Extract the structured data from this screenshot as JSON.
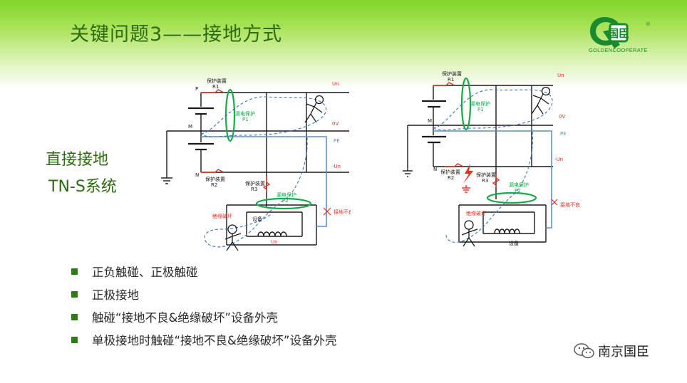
{
  "slide": {
    "title": "关键问题3——接地方式",
    "section_line1": "直接接地",
    "section_line2": "TN-S系统"
  },
  "logo": {
    "mark_text": "国臣",
    "registered": "®",
    "subtitle": "GOLDENCOOPERATE"
  },
  "diagram_left": {
    "label_p": "P",
    "label_m": "M",
    "label_n": "N",
    "fuse_r1": "保护装置",
    "fuse_r1_id": "R1",
    "fuse_r2": "保护装置",
    "fuse_r2_id": "R2",
    "fuse_r3": "保护装置",
    "fuse_r3_id": "R3",
    "rcd_p1": "漏电保护",
    "rcd_p1_id": "P1",
    "rcd_p2": "漏电保护",
    "rcd_p2_id": "P2",
    "volt_top": "Un",
    "volt_mid": "0V",
    "volt_pe": "PE",
    "volt_bottom": "-Un",
    "insulation_fault": "绝缘破坏",
    "poor_ground": "接地不良",
    "load_un": "Un",
    "device": "设备"
  },
  "diagram_right": {
    "label_m": "M",
    "label_n": "N",
    "fuse_r1": "保护装置",
    "fuse_r1_id": "R1",
    "fuse_r2": "保护装置",
    "fuse_r2_id": "R2",
    "fuse_r3": "保护装置",
    "fuse_r3_id": "R3",
    "rcd_p1": "漏电保护",
    "rcd_p1_id": "P1",
    "rcd_p2": "漏电保护",
    "rcd_p2_id": "P2",
    "volt_top": "Un",
    "volt_mid": "0V",
    "volt_pe": "PE",
    "volt_bottom": "-Un",
    "insulation_fault": "绝缘破坏",
    "poor_ground": "接地不良",
    "device": "设备"
  },
  "bullets": [
    "正负触碰、正极触碰",
    "正极接地",
    "触碰“接地不良&绝缘破坏”设备外壳",
    "单极接地时触碰“接地不良&绝缘破坏”设备外壳"
  ],
  "watermark": {
    "text": "南京国臣"
  },
  "colors": {
    "title_green": "#2d6b10",
    "bullet_green": "#2e7d14",
    "line_black": "#1a1a1a",
    "pe_blue": "#5b8fd0",
    "dashed_blue": "#3a73c0",
    "rcd_green": "#1aa84a",
    "warning_red": "#e53020",
    "logo_green": "#1a8a2e"
  },
  "icons": [
    "person-figure-icon",
    "ground-symbol-icon",
    "lightning-bolt-icon",
    "coil-icon",
    "wechat-icon"
  ]
}
